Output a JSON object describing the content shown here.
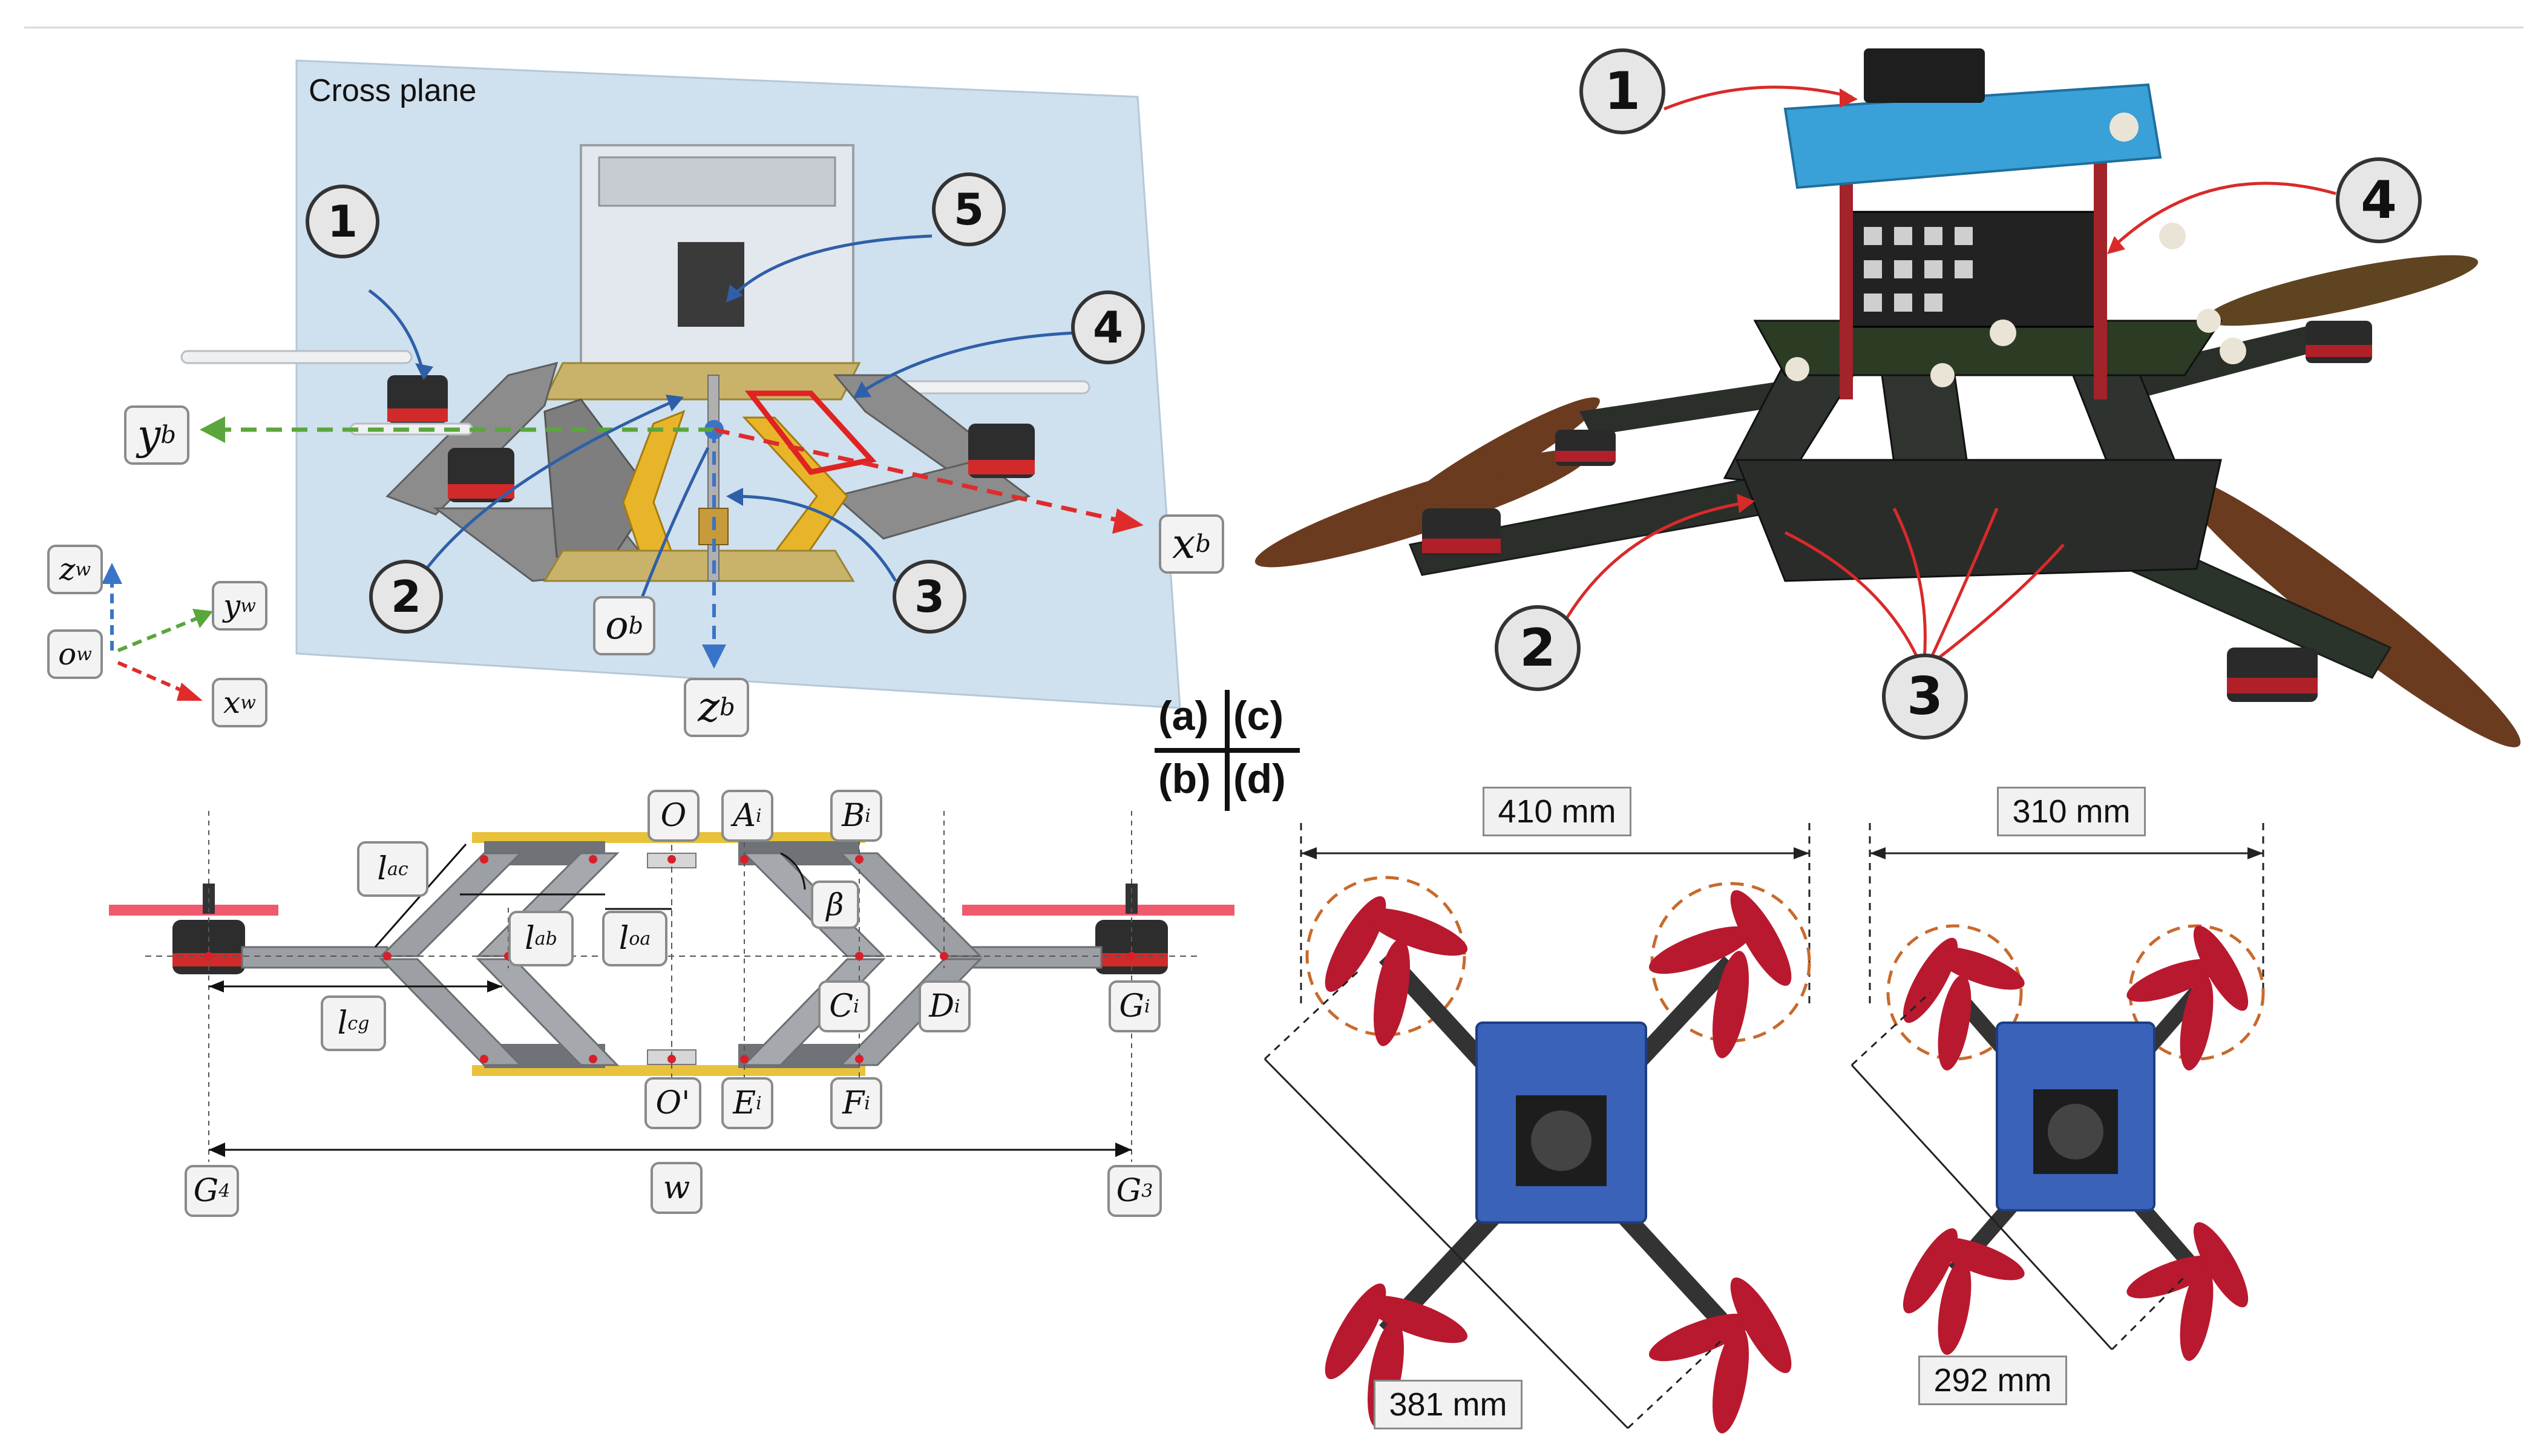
{
  "figure": {
    "panel_a": {
      "plane_label": "Cross plane",
      "callouts": [
        "1",
        "2",
        "3",
        "4",
        "5"
      ],
      "axes": {
        "y_b": "y",
        "y_b_sub": "b",
        "x_b": "x",
        "x_b_sub": "b",
        "z_b": "z",
        "z_b_sub": "b",
        "o_b": "o",
        "o_b_sub": "b",
        "z_w": "z",
        "z_w_sub": "w",
        "y_w": "y",
        "y_w_sub": "w",
        "x_w": "x",
        "x_w_sub": "w",
        "o_w": "o",
        "o_w_sub": "w"
      },
      "colors": {
        "plane": "#cfe0ee",
        "y_axis": "#5aa63c",
        "x_axis": "#e02b2b",
        "z_axis": "#3a74c8",
        "link_highlight": "#e8b52a",
        "frame": "#7d7d7d"
      }
    },
    "panel_b": {
      "labels": {
        "O": "O",
        "O_prime": "O'",
        "A_i": "A",
        "A_i_sub": "i",
        "B_i": "B",
        "B_i_sub": "i",
        "C_i": "C",
        "C_i_sub": "i",
        "D_i": "D",
        "D_i_sub": "i",
        "E_i": "E",
        "E_i_sub": "i",
        "F_i": "F",
        "F_i_sub": "i",
        "G_i": "G",
        "G_i_sub": "i",
        "G_3": "G",
        "G_3_sub": "3",
        "G_4": "G",
        "G_4_sub": "4",
        "beta": "β",
        "w": "w",
        "l_ac": "l",
        "l_ac_sub": "ac",
        "l_ab": "l",
        "l_ab_sub": "ab",
        "l_oa": "l",
        "l_oa_sub": "oa",
        "l_cg": "l",
        "l_cg_sub": "cg"
      },
      "colors": {
        "propeller": "#ef5a6e",
        "plate": "#e9c23b",
        "joint": "#d81f2a"
      }
    },
    "panel_c": {
      "callouts": [
        "1",
        "2",
        "3",
        "4"
      ],
      "colors": {
        "case": "#3aa0d8",
        "arrow": "#d92a2a",
        "propeller": "#6b3b1f"
      }
    },
    "panel_d": {
      "dims": {
        "left_span": "410 mm",
        "left_diag": "381 mm",
        "right_span": "310 mm",
        "right_diag": "292 mm"
      },
      "colors": {
        "body": "#3a62b8",
        "propeller": "#b8192f",
        "circle": "#c86a2c"
      }
    },
    "panel_tags": {
      "a": "(a)",
      "c": "(c)",
      "b": "(b)",
      "d": "(d)"
    }
  }
}
